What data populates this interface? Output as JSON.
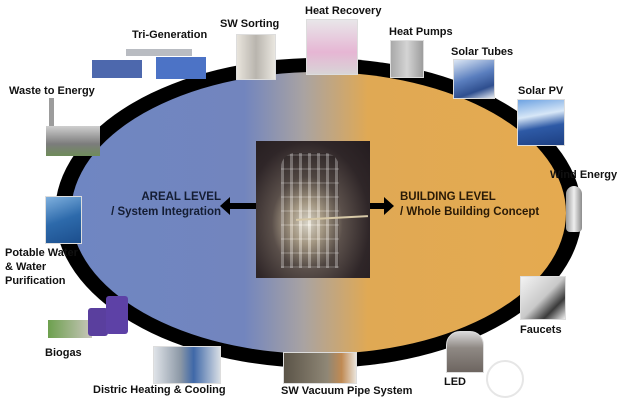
{
  "diagram": {
    "center": {
      "image": "glass-tower-building-render",
      "left_label": {
        "line1": "AREAL LEVEL",
        "line2": "/ System Integration"
      },
      "right_label": {
        "line1": "BUILDING LEVEL",
        "line2": "/ Whole Building Concept"
      }
    },
    "colors": {
      "areal": "#7285be",
      "building": "#e5aa50",
      "ring": "#000000"
    },
    "components": [
      {
        "label": "Tri-Generation",
        "icon": "trigeneration-plant-icon"
      },
      {
        "label": "SW Sorting",
        "icon": "waste-sorting-bin-icon"
      },
      {
        "label": "Heat Recovery",
        "icon": "heat-recovery-unit-icon"
      },
      {
        "label": "Heat Pumps",
        "icon": "heat-pump-icon"
      },
      {
        "label": "Solar Tubes",
        "icon": "solar-tubes-icon"
      },
      {
        "label": "Solar PV",
        "icon": "solar-pv-panel-icon"
      },
      {
        "label": "Wind Energy",
        "icon": "vertical-wind-turbine-icon"
      },
      {
        "label": "Faucets",
        "icon": "faucet-icon"
      },
      {
        "label": "LED",
        "icon": "led-lamp-icon"
      },
      {
        "label": "SW Vacuum Pipe System",
        "icon": "vacuum-pipe-system-icon"
      },
      {
        "label": "Distric Heating & Cooling",
        "icon": "district-heating-plant-icon"
      },
      {
        "label": "Biogas",
        "icon": "biogas-tanks-icon"
      },
      {
        "label": "Potable Water & Water Purification",
        "lines": [
          "Potable Water",
          "& Water",
          "Purification"
        ],
        "icon": "water-surface-icon"
      },
      {
        "label": "Waste to Energy",
        "icon": "waste-to-energy-plant-icon"
      }
    ]
  }
}
